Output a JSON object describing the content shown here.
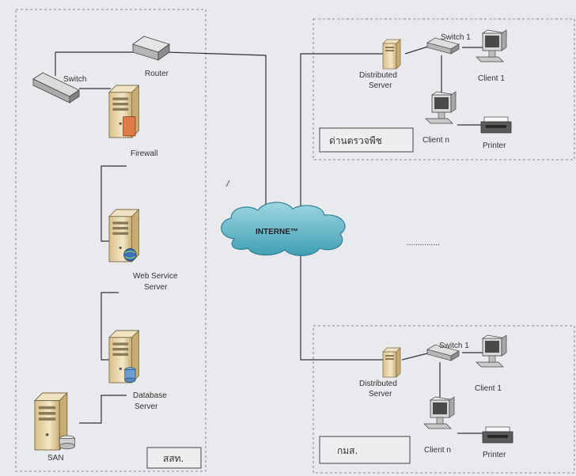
{
  "diagram": {
    "nodes": {
      "router": "Router",
      "main_switch": "Switch",
      "firewall": "Firewall",
      "web_server_line1": "Web Service",
      "web_server_line2": "Server",
      "db_server_line1": "Database",
      "db_server_line2": "Server",
      "san": "SAN",
      "internet": "INTERNE™"
    },
    "site_top": {
      "server_line1": "Distributed",
      "server_line2": "Server",
      "switch": "Switch 1",
      "client_1": "Client 1",
      "client_n": "Client n",
      "printer": "Printer",
      "box_label": "ด่านตรวจพืช"
    },
    "site_bottom": {
      "server_line1": "Distributed",
      "server_line2": "Server",
      "switch": "Switch 1",
      "client_1": "Client 1",
      "client_n": "Client n",
      "printer": "Printer",
      "box_label": "กมส."
    },
    "hq_box_label": "สสท.",
    "ellipsis": "..............."
  }
}
